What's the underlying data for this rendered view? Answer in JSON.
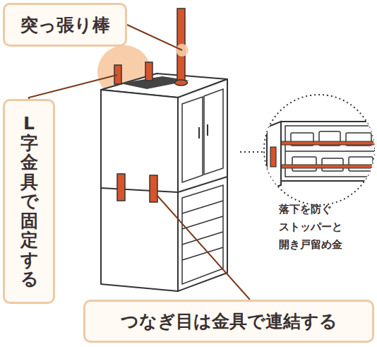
{
  "diagram": {
    "nodes": [
      {
        "text": [
          "突っ張り棒"
        ]
      },
      {
        "text": [
          "L字金具で固定する"
        ]
      },
      {
        "text": [
          "つなぎ目は金具で連結する"
        ]
      }
    ],
    "labels": [
      "落下を防ぐ ストッパーと 開き戸留め金"
    ]
  }
}
